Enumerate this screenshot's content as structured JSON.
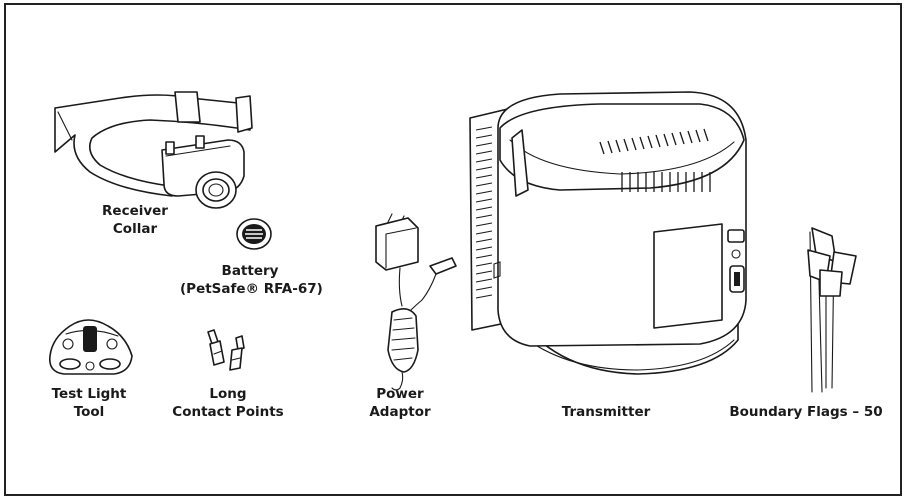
{
  "labels": {
    "receiver_collar": [
      "Receiver",
      "Collar"
    ],
    "battery": [
      "Battery",
      "(PetSafe® RFA-67)"
    ],
    "test_light_tool": [
      "Test Light",
      "Tool"
    ],
    "long_contact_points": [
      "Long",
      "Contact Points"
    ],
    "power_adaptor": [
      "Power",
      "Adaptor"
    ],
    "transmitter": "Transmitter",
    "boundary_flags": "Boundary Flags – 50"
  },
  "colors": {
    "line": "#1a1a1a",
    "background": "#ffffff"
  }
}
